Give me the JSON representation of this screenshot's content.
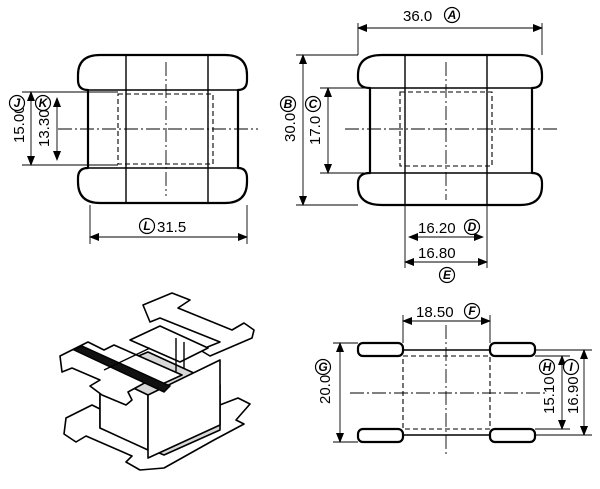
{
  "dimensions": {
    "A": {
      "value": "36.0",
      "letter": "A"
    },
    "B": {
      "value": "30.0",
      "letter": "B"
    },
    "C": {
      "value": "17.0",
      "letter": "C"
    },
    "D": {
      "value": "16.20",
      "letter": "D"
    },
    "E": {
      "value": "16.80",
      "letter": "E"
    },
    "F": {
      "value": "18.50",
      "letter": "F"
    },
    "G": {
      "value": "20.0",
      "letter": "G"
    },
    "H": {
      "value": "15.10",
      "letter": "H"
    },
    "I": {
      "value": "16.90",
      "letter": "I"
    },
    "J": {
      "value": "15.00",
      "letter": "J"
    },
    "K": {
      "value": "13.30",
      "letter": "K"
    },
    "L": {
      "value": "31.5",
      "letter": "L"
    }
  }
}
